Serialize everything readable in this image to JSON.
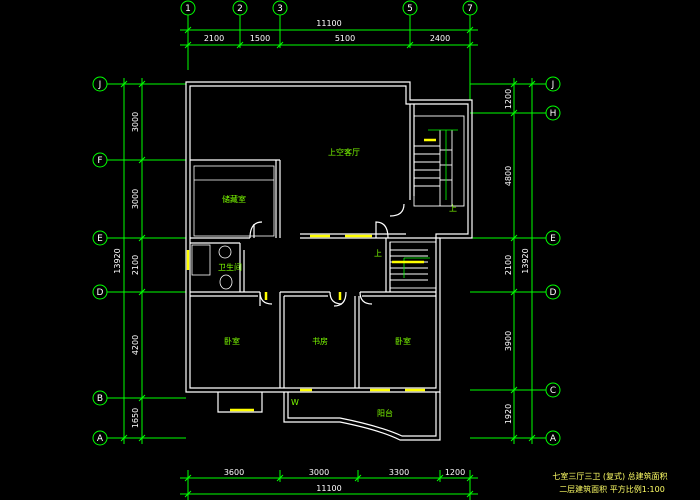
{
  "colors": {
    "background": "#000000",
    "dimension": "#00ff00",
    "wall": "#ffffff",
    "window": "#ffff00",
    "room_label": "#7CFC00",
    "title": "#ffff66"
  },
  "axes_top": [
    "1",
    "2",
    "3",
    "5",
    "7"
  ],
  "axes_left": [
    "J",
    "F",
    "E",
    "D",
    "B",
    "A"
  ],
  "axes_right": [
    "J",
    "H",
    "E",
    "D",
    "C",
    "A"
  ],
  "dims": {
    "top_total": "11100",
    "top": [
      "2100",
      "1500",
      "5100",
      "2400"
    ],
    "bottom": [
      "3600",
      "3000",
      "3300",
      "1200"
    ],
    "bottom_total": "11100",
    "left": [
      "3000",
      "3000",
      "2100",
      "4200",
      "1650"
    ],
    "left_total": "13920",
    "right": [
      "1200",
      "4800",
      "2100",
      "3900",
      "1920"
    ],
    "right_total": "13920"
  },
  "rooms": {
    "upper_hall": "上空客厅",
    "storage": "储藏室",
    "bathroom": "卫生间",
    "bedroom_left": "卧室",
    "study": "书房",
    "bedroom_right": "卧室",
    "balcony": "阳台",
    "stair_up": "上",
    "stair_up2": "上",
    "w_mark": "W"
  },
  "title": {
    "line1": "七室三厅三卫 (复式) 总建筑面积",
    "line2": "二层建筑面积  平方比例1:100"
  }
}
